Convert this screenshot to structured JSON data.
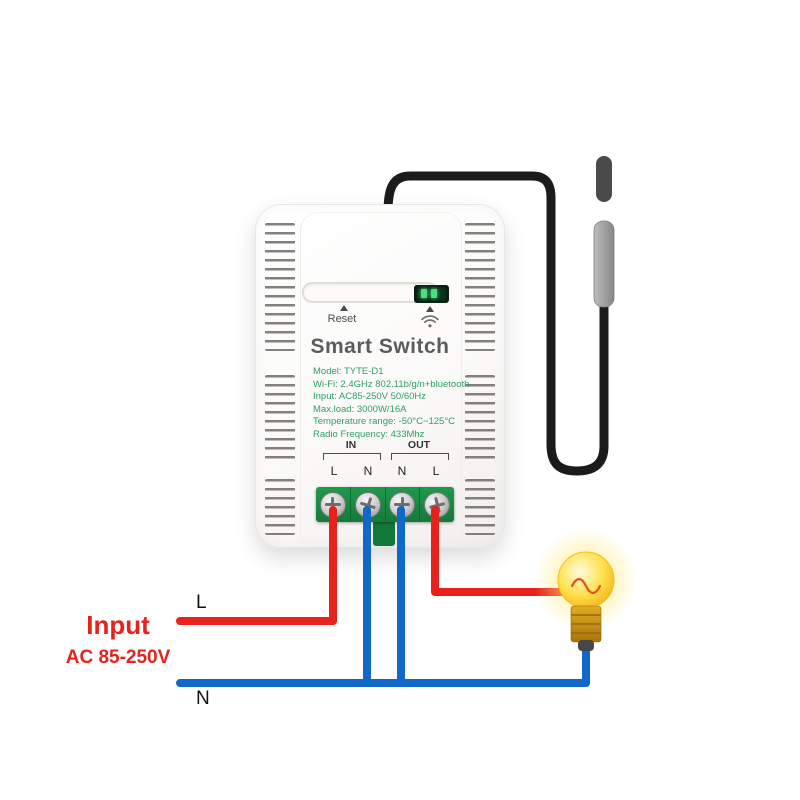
{
  "device": {
    "title": "Smart Switch",
    "reset_label": "Reset",
    "specs": [
      "Model: TYTE-D1",
      "Wi-Fi: 2.4GHz 802.11b/g/n+bluetooth",
      "Input: AC85-250V 50/60Hz",
      "Max.load: 3000W/16A",
      "Temperature range: -50°C~125°C",
      "Radio Frequency: 433Mhz"
    ],
    "terminals": {
      "in_label": "IN",
      "out_label": "OUT",
      "pins": [
        "L",
        "N",
        "N",
        "L"
      ]
    }
  },
  "wiring": {
    "input_title": "Input",
    "input_voltage": "AC 85-250V",
    "line_label": "L",
    "neutral_label": "N"
  },
  "icons": {
    "wifi": "wifi-icon",
    "reset_marker": "triangle-up-icon",
    "sensor": "temperature-probe"
  },
  "colors": {
    "wire_live": "#e8211d",
    "wire_neutral": "#1068c8",
    "cable_black": "#1b1b1b",
    "spec_text": "#2f9e62",
    "terminal_green": "#1e9a4d",
    "bulb_yellow": "#ffd93d",
    "label_red": "#e8211d"
  }
}
